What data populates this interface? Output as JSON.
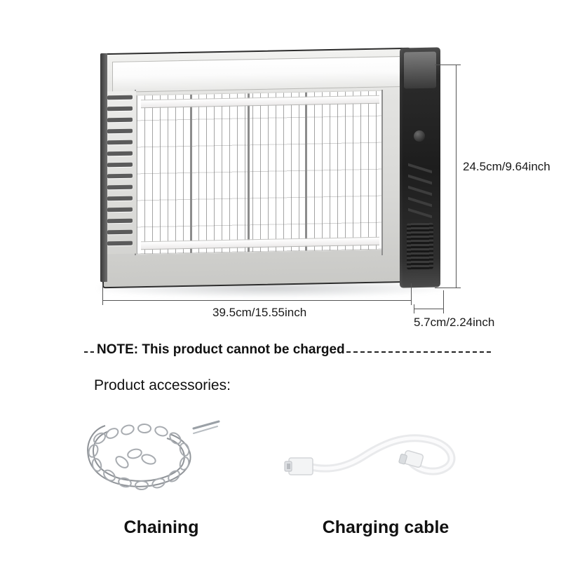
{
  "product": {
    "image_alt": "bug-zapper-lamp",
    "dimensions": {
      "height": "24.5cm/9.64inch",
      "width": "39.5cm/15.55inch",
      "depth": "5.7cm/2.24inch"
    }
  },
  "note": {
    "text": "NOTE: This product cannot be charged"
  },
  "accessories": {
    "title": "Product accessories:",
    "items": [
      {
        "label": "Chaining",
        "icon": "chain-icon"
      },
      {
        "label": "Charging cable",
        "icon": "usb-cable-icon"
      }
    ]
  },
  "colors": {
    "text": "#111111",
    "line": "#555555",
    "shell_light": "#e3e3e1",
    "shell_dark": "#1d1d1d"
  }
}
